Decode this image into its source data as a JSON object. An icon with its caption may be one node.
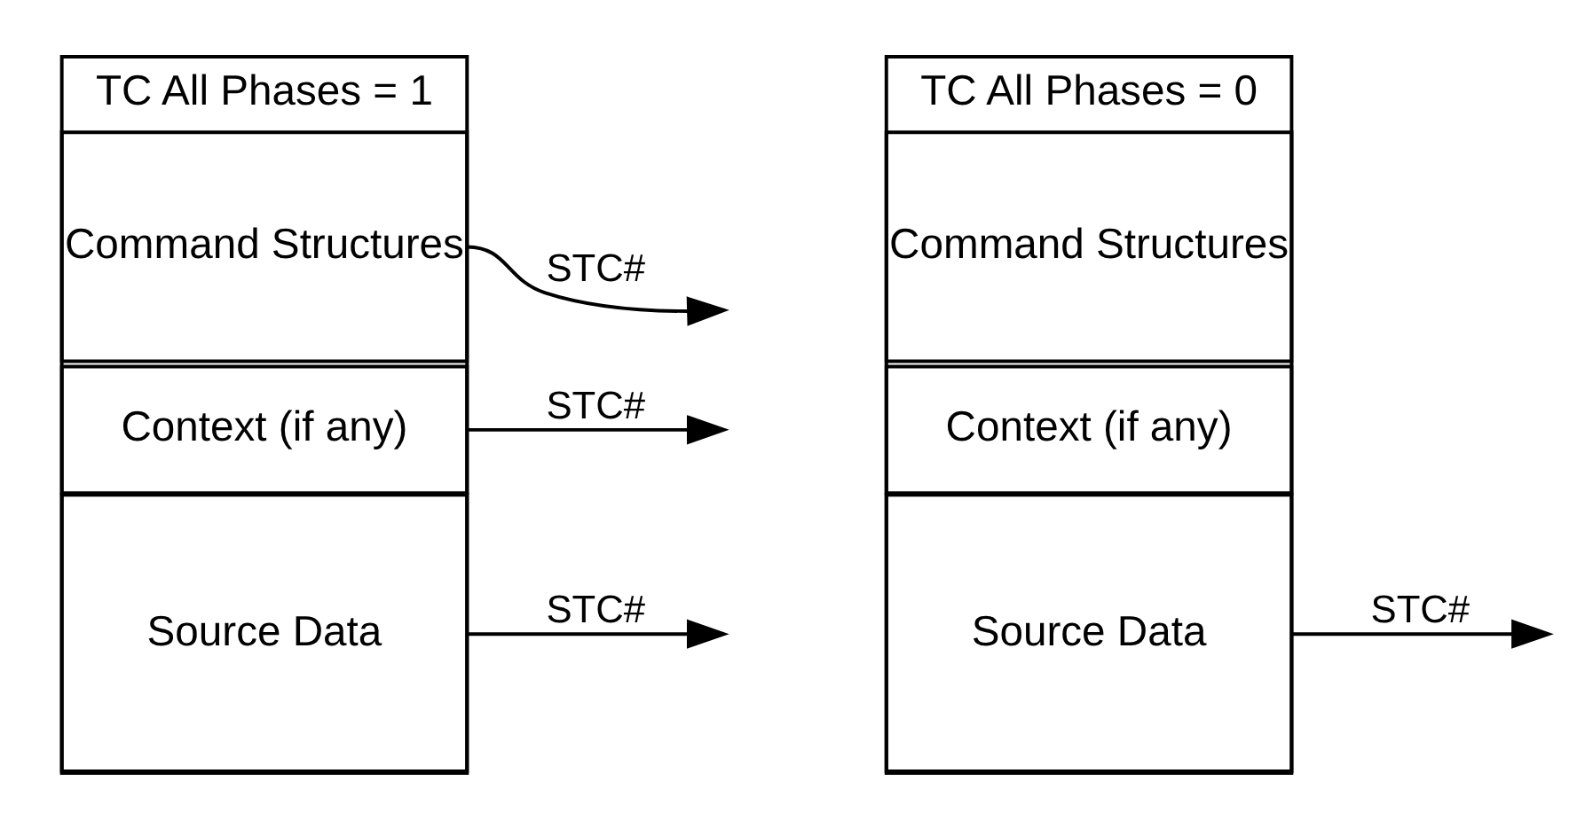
{
  "diagram": {
    "nodes": [
      {
        "text": [
          "TC All Phases = 1"
        ]
      },
      {
        "text": [
          "Command Structures"
        ],
        "in": 0
      },
      {
        "text": [
          "Context (if any)"
        ],
        "in": 0
      },
      {
        "text": [
          "Source Data"
        ],
        "in": 0
      },
      {
        "text": [
          "TC All Phases = 0"
        ]
      },
      {
        "text": [
          "Command Structures"
        ],
        "in": 4
      },
      {
        "text": [
          "Context (if any)"
        ],
        "in": 4
      },
      {
        "text": [
          "Source Data"
        ],
        "in": 4
      }
    ],
    "edges": [
      {
        "from": 1,
        "to": null,
        "arrow": "to",
        "label": "STC#"
      },
      {
        "from": 2,
        "to": null,
        "arrow": "to",
        "label": "STC#"
      },
      {
        "from": 3,
        "to": null,
        "arrow": "to",
        "label": "STC#"
      },
      {
        "from": 7,
        "to": null,
        "arrow": "to",
        "label": "STC#"
      }
    ]
  }
}
